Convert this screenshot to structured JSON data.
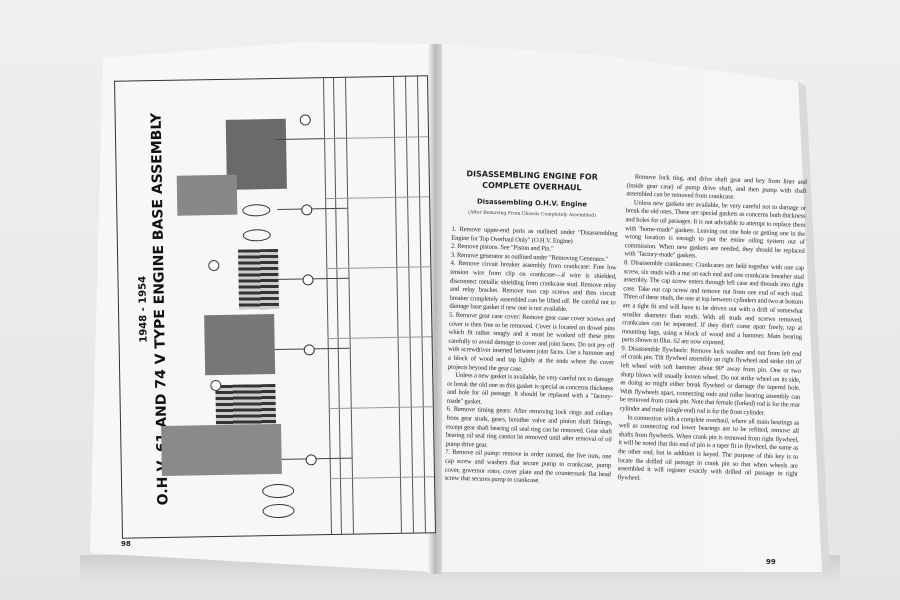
{
  "left_page": {
    "diagram_title": "O.H.V. 61 AND 74 V TYPE  ENGINE BASE ASSEMBLY",
    "diagram_years": "1948 - 1954",
    "page_number": "98"
  },
  "right_page": {
    "heading": "DISASSEMBLING ENGINE FOR COMPLETE OVERHAUL",
    "subheading": "Disassembling O.H.V. Engine",
    "note": "(After Removing From Chassis Completely Assembled)",
    "column1": [
      "1. Remove upper-end parts as outlined under \"Disassembling Engine for Top Overhaul Only\" (O.H.V. Engine)",
      "2. Remove pistons. See \"Piston and Pin.\"",
      "3. Remove generator as outlined under \"Removing Generator.\"",
      "4. Remove circuit breaker assembly from crankcase: Free low tension wire from clip on crankcase—if wire is shielded, disconnect metallic shielding from crankcase stud. Remove relay and relay bracket. Remove two cap screws and then circuit breaker completely assembled can be lifted off. Be careful not to damage base gasket if new one is not available.",
      "5. Remove gear case cover: Remove gear case cover screws and cover is then free to be removed. Cover is located on dowel pins which fit rather snugly and it must be worked off these pins carefully to avoid damage to cover and joint faces. Do not pry off with screwdriver inserted between joint faces. Use a hammer and a block of wood and tap lightly at the ends where the cover projects beyond the gear case.",
      "Unless a new gasket is available, be very careful not to damage or break the old one as this gasket is special as concerns thickness and hole for oil passage. It should be replaced with a \"factory-made\" gasket.",
      "6. Remove timing gears: After removing lock rings and collars from gear studs, gears, breather valve and pinion shaft fittings, except gear shaft bearing oil seal ring can be removed. Gear shaft bearing oil seal ring cannot be removed until after removal of oil pump drive gear.",
      "7. Remove oil pump: remove in order named, the five nuts, one cap screw and washers that secure pump to crankcase, pump cover, governor rotor, cover plate and the countersunk flat head screw that secures pump to crankcase."
    ],
    "column2": [
      "Remove lock ring, and drive shaft gear and key from liner and (inside gear case) of pump drive shaft, and then pump with shaft assembled can be removed from crankcase.",
      "Unless new gaskets are available, be very careful not to damage or break the old ones. These are special gaskets as concerns both thickness and holes for oil passages. It is not advisable to attempt to replace them with \"home-made\" gaskets. Leaving out one hole or getting one in the wrong location is enough to put the entire oiling system out of commission. When new gaskets are needed, they should be replaced with \"factory-made\" gaskets.",
      "8. Disassemble crankcases: Crankcases are held together with one cap screw, six studs with a nut on each end and one crankcase breather stud assembly. The cap screw enters through left case and threads into right case. Take out cap screw and remove nut from one end of each stud. Three of these studs, the one at top between cylinders and two at bottom are a tight fit and will have to be driven out with a drift of somewhat smaller diameter than studs. With all studs and screws removed, crankcases can be separated. If they don't come apart freely, tap at mounting lugs, using a block of wood and a hammer. Main bearing parts shown in Illus. 62 are now exposed.",
      "9. Disassemble flywheels: Remove lock washer and nut from left end of crank pin. Tilt flywheel assembly on right flywheel and strike rim of left wheel with soft hammer about 90° away from pin. One or two sharp blows will usually loosen wheel. Do not strike wheel on its side, as doing so might either break flywheel or damage the tapered hole. With flywheels apart, connecting rods and roller bearing assembly can be removed from crank pin. Note that female (forked) rod is for the rear cylinder and male (single end) rod is for the front cylinder.",
      "In connection with a complete overhaul, where all main bearings as well as connecting rod lower bearings are to be refitted, remove all shafts from flywheels. When crank pin is removed from right flywheel, it will be noted that this end of pin is a taper fit in flywheel, the same as the other end, but in addition is keyed. The purpose of this key is to locate the drilled oil passage in crank pin so that when wheels are assembled it will register exactly with drilled oil passage in right flywheel."
    ],
    "page_number": "99"
  }
}
